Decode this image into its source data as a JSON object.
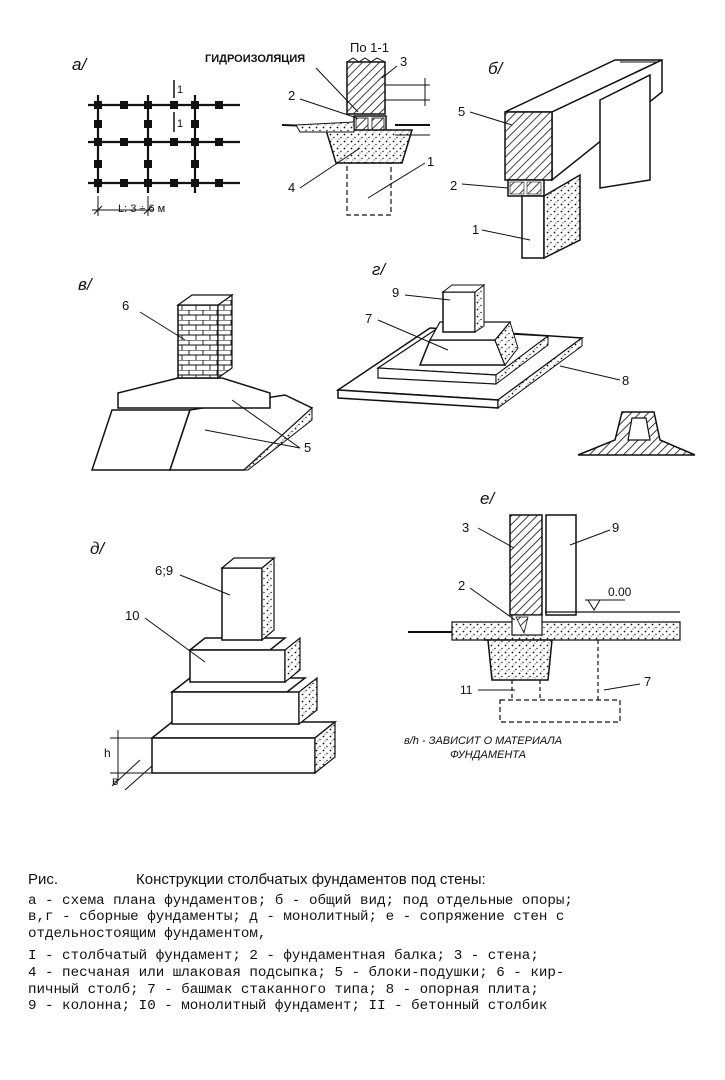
{
  "panels": {
    "a": "а/",
    "b": "б/",
    "v": "в/",
    "g": "г/",
    "d": "д/",
    "e": "е/"
  },
  "section_a": {
    "hydro_label": "ГИДРОИЗОЛЯЦИЯ",
    "section_label": "По 1-1",
    "span_label": "L: 3 ÷ 6 м",
    "cut_mark": "1"
  },
  "numbers": {
    "n1": "1",
    "n2": "2",
    "n3": "3",
    "n4": "4",
    "n5": "5",
    "n6": "6",
    "n7": "7",
    "n8": "8",
    "n9": "9",
    "n10": "10",
    "n11": "11",
    "n69": "6;9"
  },
  "panel_e": {
    "level": "0.00",
    "note_line1": "в/h - ЗАВИСИТ О МАТЕРИАЛА",
    "note_line2": "ФУНДАМЕНТА",
    "h": "h",
    "b": "в"
  },
  "caption": {
    "ris": "Рис.",
    "title": "Конструкции столбчатых фундаментов под стены:",
    "lines": [
      "а - схема плана фундаментов; б - общий вид; под отдельные опоры;",
      "в,г - сборные фундаменты; д - монолитный; е - сопряжение стен с",
      "отдельностоящим фундаментом,"
    ],
    "legend": [
      "I - столбчатый фундамент; 2 - фундаментная балка; 3 - стена;",
      "4 - песчаная или шлаковая подсыпка; 5 - блоки-подушки; 6 - кир-",
      "пичный столб; 7 - башмак стаканного типа; 8 - опорная плита;",
      "9 - колонна; I0 - монолитный фундамент; II - бетонный столбик"
    ]
  }
}
